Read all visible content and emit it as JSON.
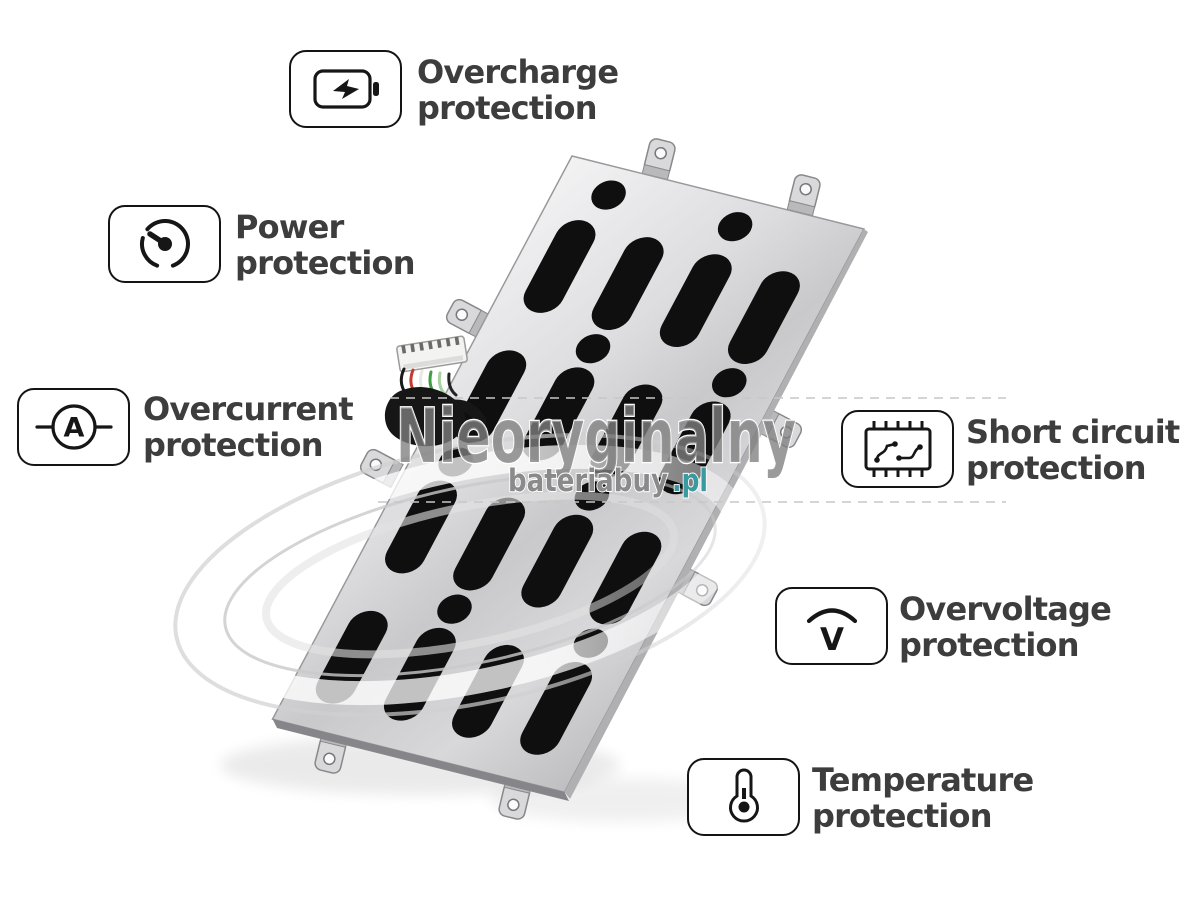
{
  "watermark": {
    "title": "Nieoryginalny",
    "brand": "bateriabuy",
    "tld": ".pl",
    "brand_color": "#8a8a8a",
    "tld_color": "#3a9aa0"
  },
  "features": [
    {
      "id": "overcharge",
      "icon": "battery-charging-icon",
      "line1": "Overcharge",
      "line2": "protection"
    },
    {
      "id": "power",
      "icon": "gauge-icon",
      "line1": "Power",
      "line2": "protection"
    },
    {
      "id": "overcurrent",
      "icon": "ammeter-icon",
      "line1": "Overcurrent",
      "line2": "protection"
    },
    {
      "id": "short-circuit",
      "icon": "circuit-chip-icon",
      "line1": "Short circuit",
      "line2": "protection"
    },
    {
      "id": "overvoltage",
      "icon": "voltage-arc-icon",
      "line1": "Overvoltage",
      "line2": "protection"
    },
    {
      "id": "temperature",
      "icon": "thermometer-icon",
      "line1": "Temperature",
      "line2": "protection"
    }
  ],
  "icons": {
    "ammeter_letter": "A",
    "voltage_letter": "V"
  },
  "colors": {
    "label_text": "#3d3d3d",
    "icon_stroke": "#161616",
    "box_border": "#141414",
    "plate_light": "#f2f2f3",
    "plate_dark": "#bfbfc2",
    "slot": "#0f0f10",
    "background": "#ffffff"
  }
}
